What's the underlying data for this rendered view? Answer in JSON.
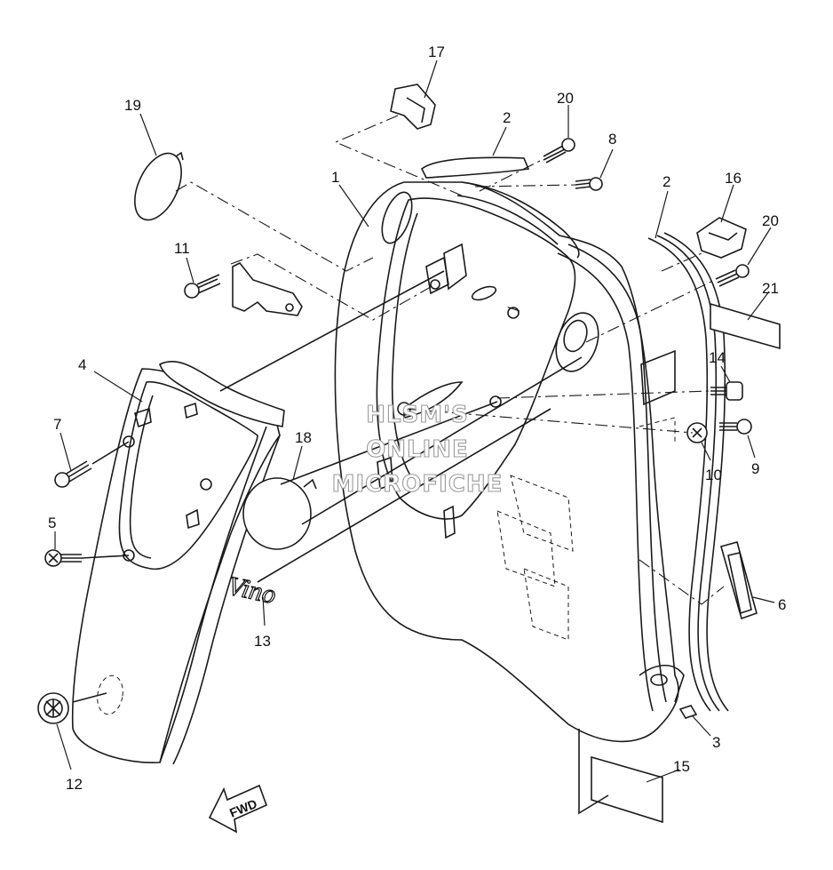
{
  "watermark": {
    "line1": "HLSM'S",
    "line2": "ONLINE",
    "line3": "MICROFICHE"
  },
  "direction_label": "FWD",
  "emblem_text": "Vino",
  "callouts": [
    {
      "id": "c1",
      "label": "1"
    },
    {
      "id": "c2a",
      "label": "2"
    },
    {
      "id": "c2b",
      "label": "2"
    },
    {
      "id": "c3",
      "label": "3"
    },
    {
      "id": "c4",
      "label": "4"
    },
    {
      "id": "c5",
      "label": "5"
    },
    {
      "id": "c6",
      "label": "6"
    },
    {
      "id": "c7",
      "label": "7"
    },
    {
      "id": "c8",
      "label": "8"
    },
    {
      "id": "c9",
      "label": "9"
    },
    {
      "id": "c10",
      "label": "10"
    },
    {
      "id": "c11",
      "label": "11"
    },
    {
      "id": "c12",
      "label": "12"
    },
    {
      "id": "c13",
      "label": "13"
    },
    {
      "id": "c14",
      "label": "14"
    },
    {
      "id": "c15",
      "label": "15"
    },
    {
      "id": "c16",
      "label": "16"
    },
    {
      "id": "c17",
      "label": "17"
    },
    {
      "id": "c18",
      "label": "18"
    },
    {
      "id": "c19",
      "label": "19"
    },
    {
      "id": "c20a",
      "label": "20"
    },
    {
      "id": "c20b",
      "label": "20"
    },
    {
      "id": "c21",
      "label": "21"
    }
  ]
}
